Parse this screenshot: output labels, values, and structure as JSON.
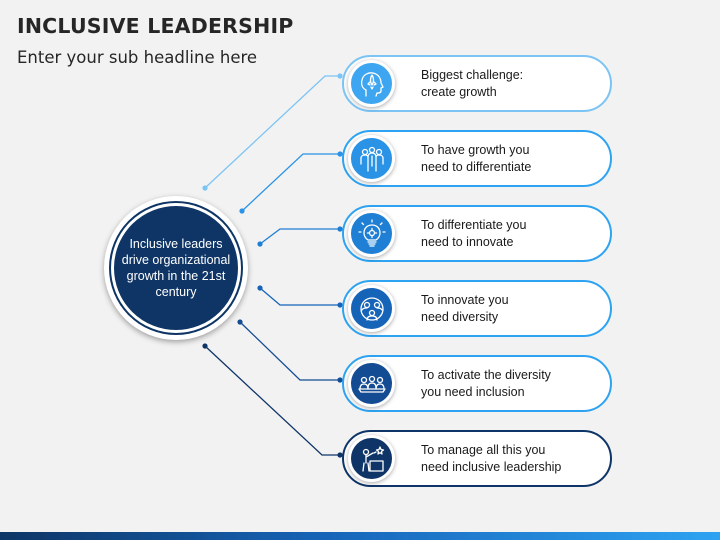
{
  "title": "INCLUSIVE LEADERSHIP",
  "subtitle": "Enter your sub headline here",
  "hub": {
    "text": "Inclusive leaders drive organizational growth in the 21st century"
  },
  "steps": [
    {
      "icon": "rocket-head-icon",
      "line1": "Biggest challenge:",
      "line2": "create growth",
      "color": "#3ea5f0"
    },
    {
      "icon": "team-group-icon",
      "line1": "To have growth you",
      "line2": "need to differentiate",
      "color": "#2a93e6"
    },
    {
      "icon": "lightbulb-gear-icon",
      "line1": "To differentiate you",
      "line2": "need to innovate",
      "color": "#1f7fd4"
    },
    {
      "icon": "diverse-people-icon",
      "line1": "To innovate you",
      "line2": "need diversity",
      "color": "#1664b8"
    },
    {
      "icon": "audience-icon",
      "line1": "To activate the diversity",
      "line2": "you need inclusion",
      "color": "#134c93"
    },
    {
      "icon": "leader-star-icon",
      "line1": "To manage all this you",
      "line2": "need inclusive leadership",
      "color": "#0f3568"
    }
  ],
  "colors": {
    "accent": "#2ea3f2",
    "hub": "#0e3565",
    "connector_light": "#7cc4f4",
    "connector_dark": "#0e3565"
  }
}
